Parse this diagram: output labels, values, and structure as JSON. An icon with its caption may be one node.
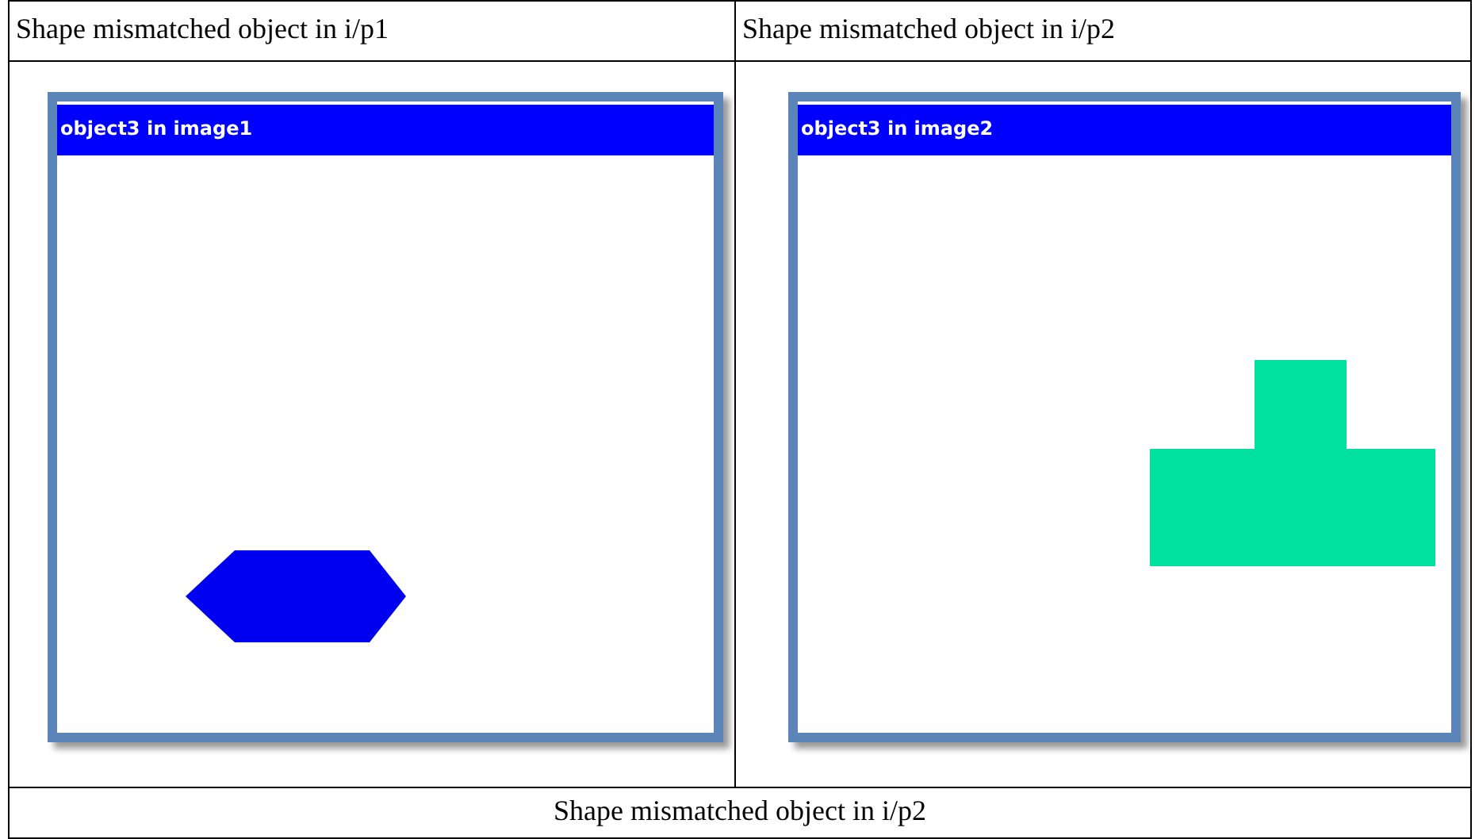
{
  "diagram": {
    "nodes": [
      {
        "text": [
          "object3 in image1"
        ]
      },
      {
        "text": [],
        "shape": "hexagon",
        "in": 0
      },
      {
        "text": [
          "object3 in image2"
        ]
      },
      {
        "text": [],
        "shape": "polygon",
        "in": 2
      }
    ],
    "labels": [
      "Shape mismatched object in i/p1",
      "Shape mismatched object in i/p2",
      "Shape mismatched object in i/p2"
    ]
  }
}
